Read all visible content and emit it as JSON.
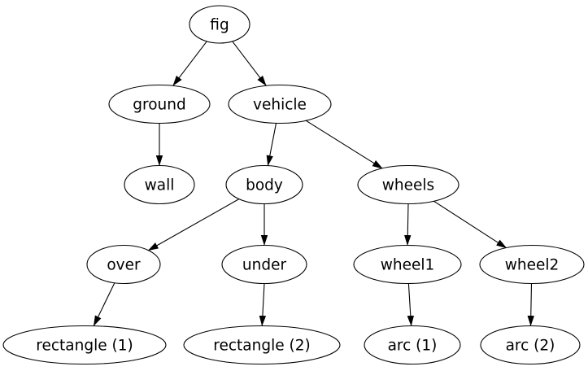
{
  "diagram": {
    "type": "directed-graph",
    "description": "Graphviz-style tree of figure scene hierarchy",
    "colors": {
      "background": "#ffffff",
      "node_fill": "#ffffff",
      "node_stroke": "#000000",
      "edge_color": "#000000",
      "text_color": "#000000"
    },
    "nodes": [
      {
        "id": "fig",
        "label": "fig"
      },
      {
        "id": "ground",
        "label": "ground"
      },
      {
        "id": "vehicle",
        "label": "vehicle"
      },
      {
        "id": "wall",
        "label": "wall"
      },
      {
        "id": "body",
        "label": "body"
      },
      {
        "id": "wheels",
        "label": "wheels"
      },
      {
        "id": "over",
        "label": "over"
      },
      {
        "id": "under",
        "label": "under"
      },
      {
        "id": "wheel1",
        "label": "wheel1"
      },
      {
        "id": "wheel2",
        "label": "wheel2"
      },
      {
        "id": "rectangle1",
        "label": "rectangle (1)"
      },
      {
        "id": "rectangle2",
        "label": "rectangle (2)"
      },
      {
        "id": "arc1",
        "label": "arc (1)"
      },
      {
        "id": "arc2",
        "label": "arc (2)"
      }
    ],
    "edges": [
      {
        "from": "fig",
        "to": "ground"
      },
      {
        "from": "fig",
        "to": "vehicle"
      },
      {
        "from": "ground",
        "to": "wall"
      },
      {
        "from": "vehicle",
        "to": "body"
      },
      {
        "from": "vehicle",
        "to": "wheels"
      },
      {
        "from": "body",
        "to": "over"
      },
      {
        "from": "body",
        "to": "under"
      },
      {
        "from": "wheels",
        "to": "wheel1"
      },
      {
        "from": "wheels",
        "to": "wheel2"
      },
      {
        "from": "over",
        "to": "rectangle1"
      },
      {
        "from": "under",
        "to": "rectangle2"
      },
      {
        "from": "wheel1",
        "to": "arc1"
      },
      {
        "from": "wheel2",
        "to": "arc2"
      }
    ]
  }
}
